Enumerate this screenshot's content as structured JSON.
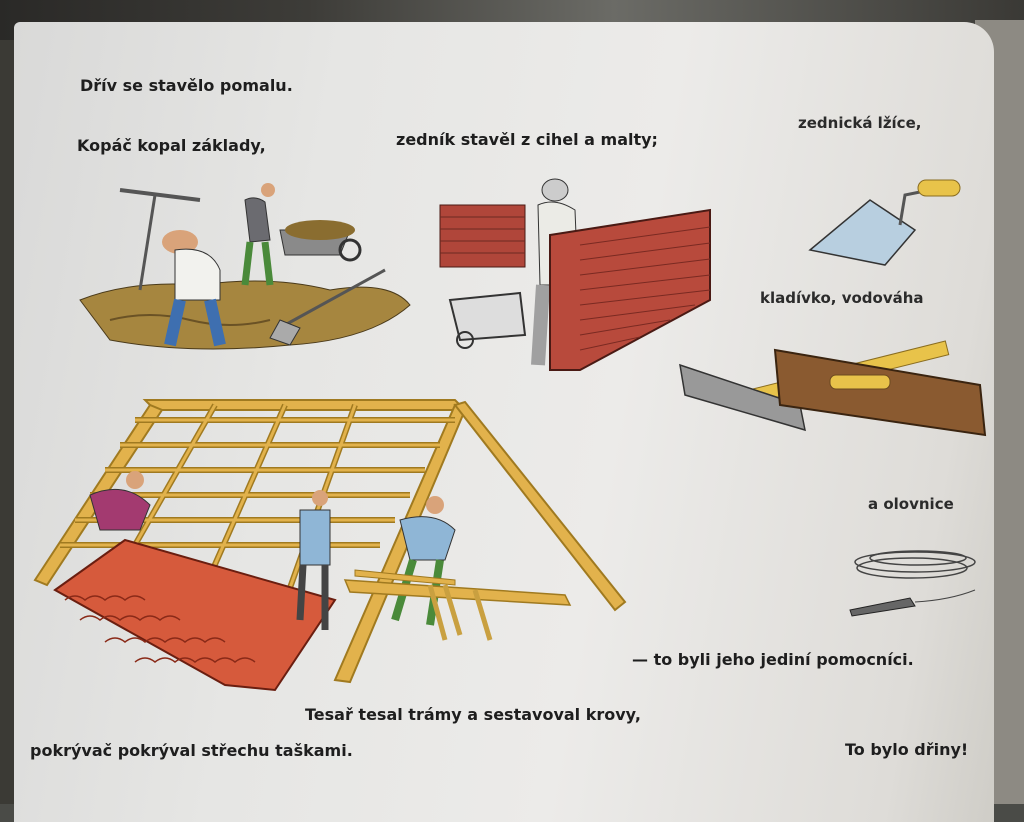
{
  "page": {
    "intro": "Dřív se stavělo pomalu.",
    "digger": "Kopáč kopal základy,",
    "mason": "zedník stavěl z cihel a malty;",
    "trowel": "zednická lžíce,",
    "hammer_level": "kladívko, vodováha",
    "plumb": "a olovnice",
    "helpers": "— to byli jeho jediní pomocníci.",
    "carpenter": "Tesař tesal trámy a sestavoval krovy,",
    "roofer": "pokrývač pokrýval střechu taškami.",
    "hard_work": "To bylo dřiny!"
  },
  "colors": {
    "paper": "#e8e7e4",
    "text": "#1e1e1e",
    "brick": "#b0463a",
    "timber": "#e2b24c",
    "roof_tile": "#d65a3c",
    "tool_yellow": "#e8c34a"
  }
}
